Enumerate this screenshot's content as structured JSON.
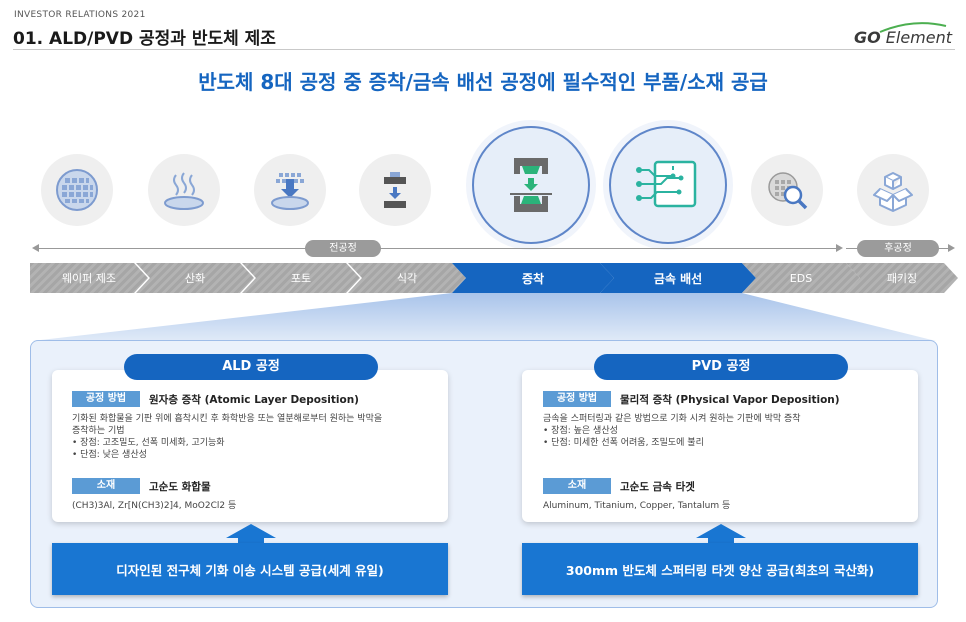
{
  "header": {
    "small": "INVESTOR RELATIONS 2021",
    "title": "01. ALD/PVD 공정과 반도체 제조",
    "logo_bold": "GO",
    "logo_rest": " Element"
  },
  "headline": "반도체 8대 공정 중 증착/금속 배선 공정에 필수적인 부품/소재 공급",
  "timeline": {
    "front_label": "전공정",
    "back_label": "후공정"
  },
  "stages": [
    {
      "label": "웨이퍼 제조",
      "active": false
    },
    {
      "label": "산화",
      "active": false
    },
    {
      "label": "포토",
      "active": false
    },
    {
      "label": "식각",
      "active": false
    },
    {
      "label": "증착",
      "active": true
    },
    {
      "label": "금속 배선",
      "active": true
    },
    {
      "label": "EDS",
      "active": false
    },
    {
      "label": "패키징",
      "active": false
    }
  ],
  "icons": [
    "wafer-icon",
    "oxidation-icon",
    "photo-icon",
    "etch-icon",
    "deposition-icon",
    "circuit-icon",
    "inspection-icon",
    "package-icon"
  ],
  "ald": {
    "title": "ALD 공정",
    "method_tag": "공정 방법",
    "method_head": "원자층 증착 (Atomic Layer Deposition)",
    "desc_line1": "기화된 화합물을 기판 위에 흡착시킨 후 화학반응 또는 열분해로부터 원하는 박막을",
    "desc_line2": "증착하는 기법",
    "pro": "•  장점: 고조밀도, 선폭 미세화, 고기능화",
    "con": "•  단점: 낮은 생산성",
    "material_tag": "소재",
    "material_head": "고순도 화합물",
    "material_desc": "(CH3)3Al, Zr[N(CH3)2]4, MoO2Cl2 등",
    "cta": "디자인된 전구체 기화 이송 시스템 공급(세계 유일)"
  },
  "pvd": {
    "title": "PVD 공정",
    "method_tag": "공정 방법",
    "method_head": "물리적 증착 (Physical Vapor Deposition)",
    "desc_line1": "금속을 스퍼터링과 같은 방법으로 기화 시켜 원하는 기판에 박막 증착",
    "pro": "•  장점: 높은 생산성",
    "con": "•  단점: 미세한 선폭 어려움, 조밀도에 불리",
    "material_tag": "소재",
    "material_head": "고순도 금속 타겟",
    "material_desc": "Aluminum, Titanium, Copper, Tantalum 등",
    "cta": "300mm 반도체 스퍼터링 타겟 양산 공급(최초의 국산화)"
  },
  "colors": {
    "primary": "#1565c0",
    "tag": "#5b9bd5",
    "cta": "#1976d2",
    "panel_bg": "#eaf1fb"
  }
}
